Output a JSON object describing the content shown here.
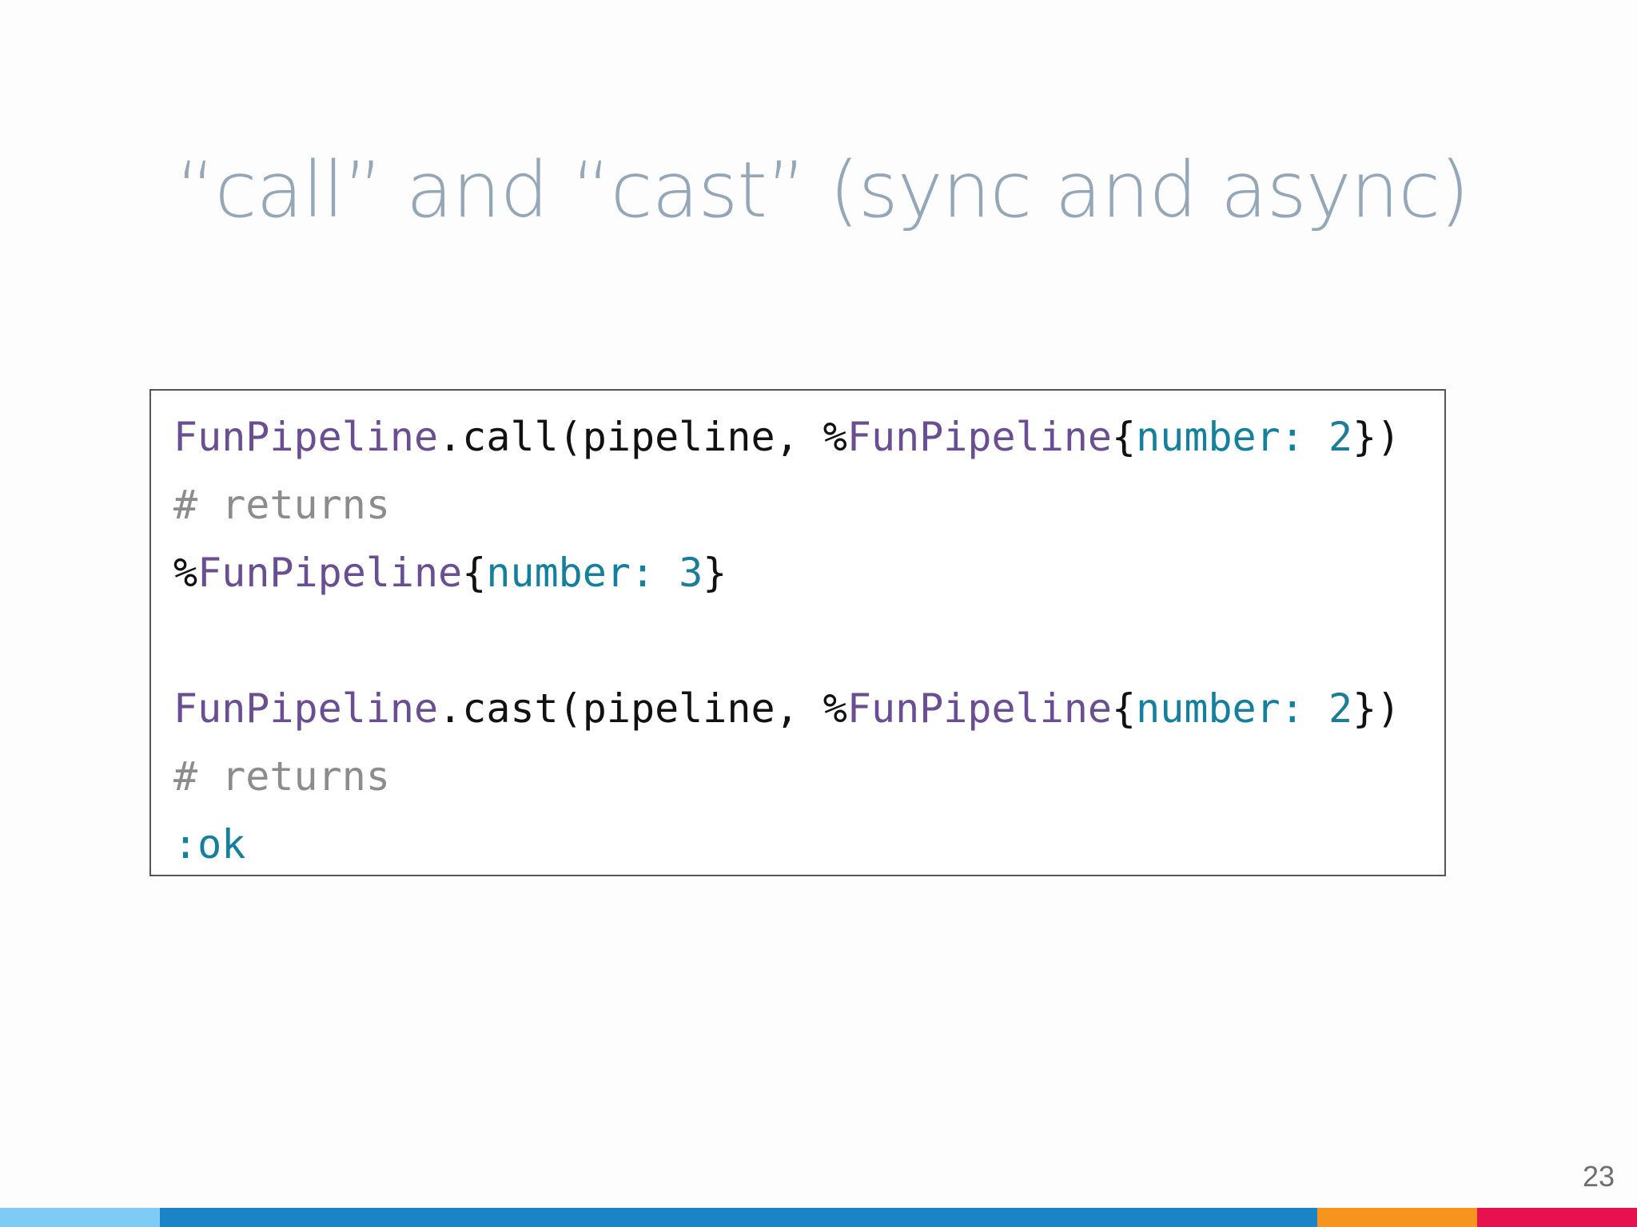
{
  "slide": {
    "title": "“call” and “cast” (sync and async)",
    "page_number": "23"
  },
  "code": {
    "line1": {
      "module": "FunPipeline",
      "call": ".call(pipeline, ",
      "pct": "%",
      "struct": "FunPipeline",
      "brace_open": "{",
      "key": "number: ",
      "num": "2",
      "close": "})"
    },
    "line2": {
      "comment": "# returns"
    },
    "line3": {
      "pct": "%",
      "struct": "FunPipeline",
      "brace_open": "{",
      "key": "number: ",
      "num": "3",
      "close": "}"
    },
    "line5": {
      "module": "FunPipeline",
      "call": ".cast(pipeline, ",
      "pct": "%",
      "struct": "FunPipeline",
      "brace_open": "{",
      "key": "number: ",
      "num": "2",
      "close": "})"
    },
    "line6": {
      "comment": "# returns"
    },
    "line7": {
      "atom": ":ok"
    }
  },
  "colors": {
    "title": "#94a7b8",
    "module": "#6a4e93",
    "key": "#14809d",
    "comment": "#8c8c8c",
    "footer": [
      "#7ecbf6",
      "#1a84c6",
      "#f7941d",
      "#e8114f"
    ]
  }
}
